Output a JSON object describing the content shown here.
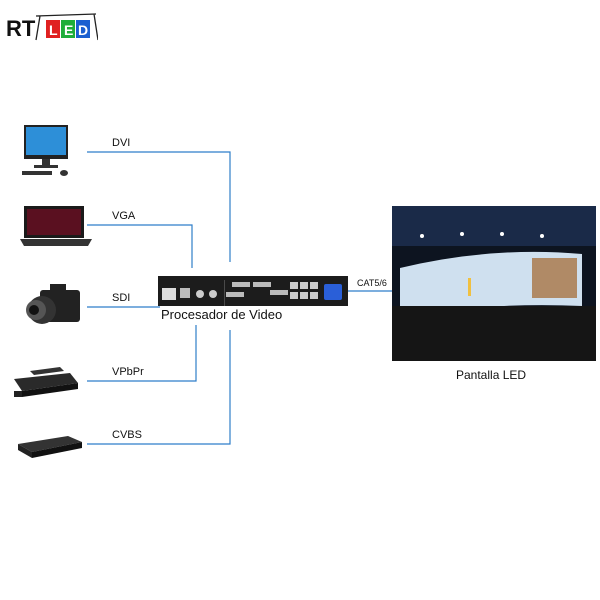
{
  "logo": {
    "text": "RTLED",
    "colors": {
      "R": "#e02020",
      "L": "#e02020",
      "E": "#1fae3a",
      "D": "#1a5fd0"
    }
  },
  "inputs": [
    {
      "label": "DVI",
      "device": "desktop-computer"
    },
    {
      "label": "VGA",
      "device": "laptop"
    },
    {
      "label": "SDI",
      "device": "camera"
    },
    {
      "label": "VPbPr",
      "device": "set-top-box"
    },
    {
      "label": "CVBS",
      "device": "dvd-player"
    }
  ],
  "processor": {
    "label": "Procesador de Video"
  },
  "link": {
    "label": "CAT5/6"
  },
  "screen": {
    "label": "Pantalla LED"
  },
  "line_color": "#2f7ec9"
}
